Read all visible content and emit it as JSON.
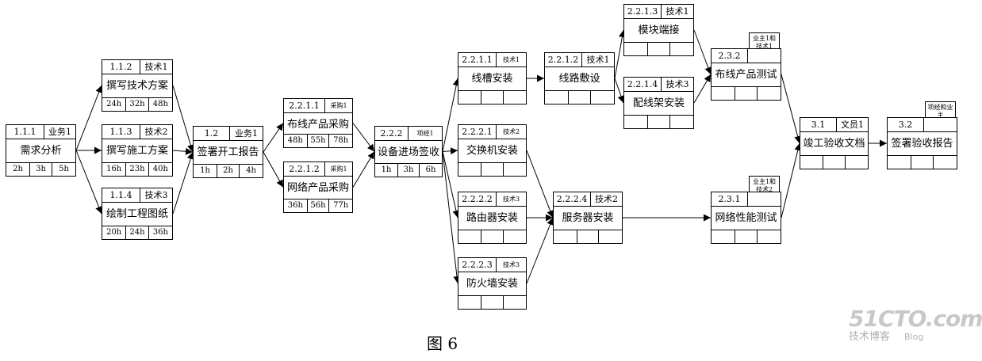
{
  "nodes": {
    "n111": {
      "id": "1.1.1",
      "role": "业务1",
      "name": "需求分析",
      "durations": [
        "2h",
        "3h",
        "5h"
      ]
    },
    "n112": {
      "id": "1.1.2",
      "role": "技术1",
      "name": "撰写技术方案",
      "durations": [
        "24h",
        "32h",
        "48h"
      ]
    },
    "n113": {
      "id": "1.1.3",
      "role": "技术2",
      "name": "撰写施工方案",
      "durations": [
        "16h",
        "23h",
        "40h"
      ]
    },
    "n114": {
      "id": "1.1.4",
      "role": "技术3",
      "name": "绘制工程图纸",
      "durations": [
        "20h",
        "24h",
        "36h"
      ]
    },
    "n12": {
      "id": "1.2",
      "role": "业务1",
      "name": "签署开工报告",
      "durations": [
        "1h",
        "2h",
        "4h"
      ]
    },
    "n2211": {
      "id": "2.2.1.1",
      "role": "采购1",
      "name": "布线产品采购",
      "durations": [
        "48h",
        "55h",
        "78h"
      ]
    },
    "n2212": {
      "id": "2.2.1.2",
      "role": "采购1",
      "name": "网络产品采购",
      "durations": [
        "36h",
        "56h",
        "77h"
      ]
    },
    "n222": {
      "id": "2.2.2",
      "role": "项经1",
      "name": "设备进场签收",
      "durations": [
        "1h",
        "3h",
        "6h"
      ]
    },
    "n22211": {
      "id": "2.2.1.1",
      "role": "技术1",
      "name": "线槽安装",
      "durations": [
        "",
        "",
        ""
      ]
    },
    "n22221": {
      "id": "2.2.2.1",
      "role": "技术2",
      "name": "交换机安装",
      "durations": [
        "",
        "",
        ""
      ]
    },
    "n22222": {
      "id": "2.2.2.2",
      "role": "技术3",
      "name": "路由器安装",
      "durations": [
        "",
        "",
        ""
      ]
    },
    "n22223": {
      "id": "2.2.2.3",
      "role": "技术3",
      "name": "防火墙安装",
      "durations": [
        "",
        "",
        ""
      ]
    },
    "n22212": {
      "id": "2.2.1.2",
      "role": "技术1",
      "name": "线路敷设",
      "durations": [
        "",
        "",
        ""
      ]
    },
    "n22213": {
      "id": "2.2.1.3",
      "role": "技术1",
      "name": "模块端接",
      "durations": [
        "",
        "",
        ""
      ]
    },
    "n22214": {
      "id": "2.2.1.4",
      "role": "技术3",
      "name": "配线架安装",
      "durations": [
        "",
        "",
        ""
      ]
    },
    "n22224": {
      "id": "2.2.2.4",
      "role": "技术2",
      "name": "服务器安装",
      "durations": [
        "",
        "",
        ""
      ]
    },
    "n232": {
      "id": "2.3.2",
      "role": "业主1和技术1",
      "name": "布线产品测试",
      "durations": [
        "",
        "",
        ""
      ]
    },
    "n231": {
      "id": "2.3.1",
      "role": "业主1和技术2",
      "name": "网络性能测试",
      "durations": [
        "",
        "",
        ""
      ]
    },
    "n31": {
      "id": "3.1",
      "role": "文员1",
      "name": "竣工验收文档",
      "durations": [
        "",
        "",
        ""
      ]
    },
    "n32": {
      "id": "3.2",
      "role": "项经和业主",
      "name": "签署验收报告",
      "durations": [
        "",
        "",
        ""
      ]
    }
  },
  "edges": [
    [
      "n111",
      "n112"
    ],
    [
      "n111",
      "n113"
    ],
    [
      "n111",
      "n114"
    ],
    [
      "n112",
      "n12"
    ],
    [
      "n113",
      "n12"
    ],
    [
      "n114",
      "n12"
    ],
    [
      "n12",
      "n2211"
    ],
    [
      "n12",
      "n2212"
    ],
    [
      "n2211",
      "n222"
    ],
    [
      "n2212",
      "n222"
    ],
    [
      "n222",
      "n22211"
    ],
    [
      "n222",
      "n22221"
    ],
    [
      "n222",
      "n22222"
    ],
    [
      "n222",
      "n22223"
    ],
    [
      "n22211",
      "n22212"
    ],
    [
      "n22212",
      "n22213"
    ],
    [
      "n22212",
      "n22214"
    ],
    [
      "n22213",
      "n232"
    ],
    [
      "n22214",
      "n232"
    ],
    [
      "n22221",
      "n22224"
    ],
    [
      "n22222",
      "n22224"
    ],
    [
      "n22223",
      "n22224"
    ],
    [
      "n22224",
      "n231"
    ],
    [
      "n232",
      "n31"
    ],
    [
      "n231",
      "n31"
    ],
    [
      "n31",
      "n32"
    ]
  ],
  "caption": "图 6",
  "watermark": {
    "logo": "51CTO.com",
    "sub": "技术博客",
    "blog": "Blog"
  }
}
